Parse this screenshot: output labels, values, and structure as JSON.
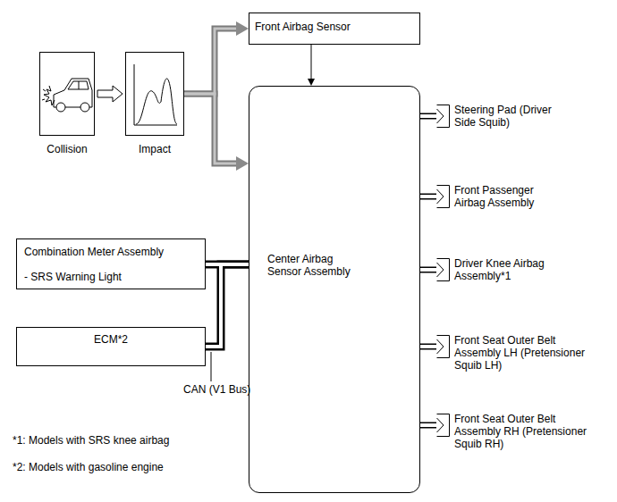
{
  "diagram": {
    "nodes": [
      {
        "text": [
          "Front Airbag Sensor"
        ]
      },
      {
        "text": [
          "Collision"
        ]
      },
      {
        "text": [
          "Impact"
        ]
      },
      {
        "text": [
          "Center Airbag Sensor Assembly"
        ]
      },
      {
        "text": [
          "Steering Pad (Driver Side Squib)"
        ]
      },
      {
        "text": [
          "Front Passenger Airbag Assembly"
        ]
      },
      {
        "text": [
          "Driver Knee Airbag Assembly*1"
        ]
      },
      {
        "text": [
          "Front Seat Outer Belt Assembly LH (Pretensioner Squib LH)"
        ]
      },
      {
        "text": [
          "Front Seat Outer Belt Assembly RH (Pretensioner Squib RH)"
        ]
      },
      {
        "text": [
          "Combination Meter Assembly",
          "- SRS Warning Light"
        ]
      },
      {
        "text": [
          "ECM*2"
        ]
      }
    ],
    "edges": [
      {
        "from": 1,
        "to": 2,
        "arrow": "to"
      },
      {
        "from": 2,
        "to": 0,
        "arrow": "to"
      },
      {
        "from": 2,
        "to": 3,
        "arrow": "to"
      },
      {
        "from": 0,
        "to": 3,
        "arrow": "to"
      },
      {
        "from": 3,
        "to": 4,
        "arrow": "none"
      },
      {
        "from": 3,
        "to": 5,
        "arrow": "none"
      },
      {
        "from": 3,
        "to": 6,
        "arrow": "none"
      },
      {
        "from": 3,
        "to": 7,
        "arrow": "none"
      },
      {
        "from": 3,
        "to": 8,
        "arrow": "none"
      },
      {
        "from": 3,
        "to": 9,
        "arrow": "none"
      },
      {
        "from": 3,
        "to": 10,
        "arrow": "none"
      }
    ],
    "labels": [
      "CAN (V1 Bus)",
      "*1: Models with SRS knee airbag",
      "*2: Models with gasoline engine"
    ]
  }
}
